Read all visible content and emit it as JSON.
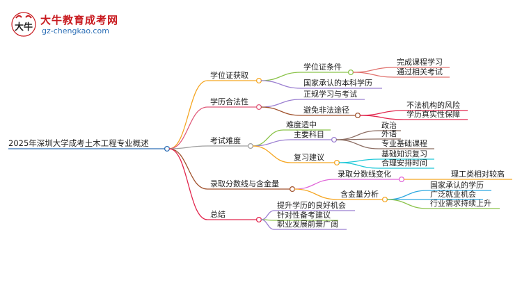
{
  "logo": {
    "title": "大牛教育成考网",
    "url": "gz-chengkao.com",
    "mark_text": "大牛"
  },
  "mindmap": {
    "root": "2025年深圳大学成考土木工程专业概述",
    "branches": [
      {
        "label": "学位证获取",
        "color": "#f5a623",
        "children": [
          {
            "label": "学位证条件",
            "color": "#8bc34a",
            "children": [
              {
                "label": "完成课程学习",
                "color": "#e0706c"
              },
              {
                "label": "通过相关考试",
                "color": "#e0706c"
              }
            ]
          },
          {
            "label": "国家承认的本科学历",
            "color": "#9b7fd1",
            "children": []
          }
        ]
      },
      {
        "label": "学历合法性",
        "color": "#e05a7a",
        "children": [
          {
            "label": "正规学习与考试",
            "color": "#9b7fd1",
            "children": []
          },
          {
            "label": "避免非法途径",
            "color": "#a0522d",
            "children": [
              {
                "label": "不法机构的风险",
                "color": "#e2264d"
              },
              {
                "label": "学历真实性保障",
                "color": "#e2264d"
              }
            ]
          }
        ]
      },
      {
        "label": "考试难度",
        "color": "#9e9e9e",
        "children": [
          {
            "label": "难度适中",
            "color": "#8bc34a",
            "children": []
          },
          {
            "label": "主要科目",
            "color": "#9b7fd1",
            "children": [
              {
                "label": "政治",
                "color": "#8c6d62"
              },
              {
                "label": "外语",
                "color": "#8c6d62"
              },
              {
                "label": "专业基础课程",
                "color": "#8c6d62"
              }
            ]
          },
          {
            "label": "复习建议",
            "color": "#f5a623",
            "children": [
              {
                "label": "基础知识复习",
                "color": "#1ec8d8"
              },
              {
                "label": "合理安排时间",
                "color": "#1ec8d8"
              }
            ]
          }
        ]
      },
      {
        "label": "录取分数线与含金量",
        "color": "#a0522d",
        "children": [
          {
            "label": "录取分数线变化",
            "color": "#e066d8",
            "children": [
              {
                "label": "理工类相对较高",
                "color": "#f5a623"
              }
            ]
          },
          {
            "label": "含金量分析",
            "color": "#f5a623",
            "children": [
              {
                "label": "国家承认的学历",
                "color": "#2ca8e0"
              },
              {
                "label": "广泛就业机会",
                "color": "#2ca8e0"
              },
              {
                "label": "行业需求持续上升",
                "color": "#8bc34a"
              }
            ]
          }
        ]
      },
      {
        "label": "总结",
        "color": "#e2264d",
        "children": [
          {
            "label": "提升学历的良好机会",
            "color": "#9b7fd1",
            "children": []
          },
          {
            "label": "针对性备考建议",
            "color": "#8bc34a",
            "children": []
          },
          {
            "label": "职业发展前景广阔",
            "color": "#9b7fd1",
            "children": []
          }
        ]
      }
    ]
  }
}
